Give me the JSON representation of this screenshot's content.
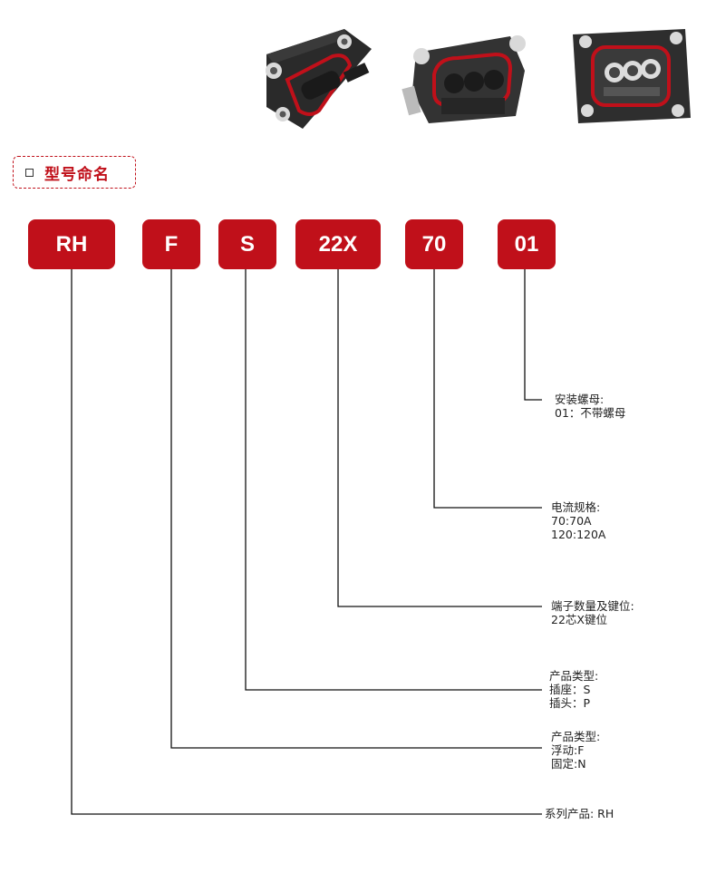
{
  "section": {
    "title": "型号命名"
  },
  "colors": {
    "brand_red": "#c0101a",
    "line": "#111111"
  },
  "products": [
    "connector-flat-view",
    "connector-angled-view",
    "connector-front-view"
  ],
  "code": [
    {
      "id": "rh",
      "label": "RH"
    },
    {
      "id": "f",
      "label": "F"
    },
    {
      "id": "s",
      "label": "S"
    },
    {
      "id": "22x",
      "label": "22X"
    },
    {
      "id": "70",
      "label": "70"
    },
    {
      "id": "01",
      "label": "01"
    }
  ],
  "descriptions": {
    "nut": {
      "title": "安装螺母:",
      "lines": [
        "01：不带螺母"
      ]
    },
    "current": {
      "title": "电流规格:",
      "lines": [
        "70:70A",
        "120:120A"
      ]
    },
    "terminals": {
      "title": "端子数量及键位:",
      "lines": [
        "22芯X键位"
      ]
    },
    "gender": {
      "title": "产品类型:",
      "lines": [
        "插座：S",
        "插头：P"
      ]
    },
    "mount": {
      "title": "产品类型:",
      "lines": [
        "浮动:F",
        "固定:N"
      ]
    },
    "series": {
      "title": "系列产品: RH",
      "lines": []
    }
  }
}
